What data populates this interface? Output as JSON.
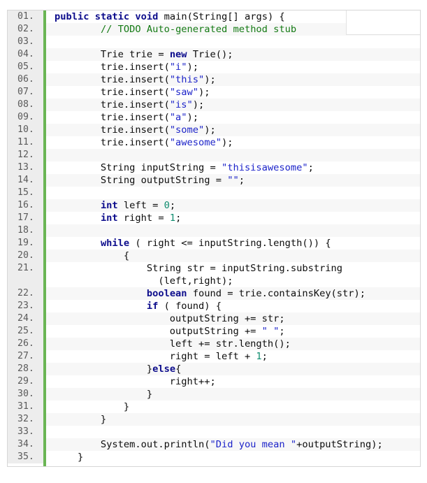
{
  "code": {
    "lines": [
      {
        "num": "01.",
        "text": "public static void main(String[] args) {"
      },
      {
        "num": "02.",
        "text": "        // TODO Auto-generated method stub"
      },
      {
        "num": "03.",
        "text": ""
      },
      {
        "num": "04.",
        "text": "        Trie trie = new Trie();"
      },
      {
        "num": "05.",
        "text": "        trie.insert(\"i\");"
      },
      {
        "num": "06.",
        "text": "        trie.insert(\"this\");"
      },
      {
        "num": "07.",
        "text": "        trie.insert(\"saw\");"
      },
      {
        "num": "08.",
        "text": "        trie.insert(\"is\");"
      },
      {
        "num": "09.",
        "text": "        trie.insert(\"a\");"
      },
      {
        "num": "10.",
        "text": "        trie.insert(\"some\");"
      },
      {
        "num": "11.",
        "text": "        trie.insert(\"awesome\");"
      },
      {
        "num": "12.",
        "text": ""
      },
      {
        "num": "13.",
        "text": "        String inputString = \"thisisawesome\";"
      },
      {
        "num": "14.",
        "text": "        String outputString = \"\";"
      },
      {
        "num": "15.",
        "text": ""
      },
      {
        "num": "16.",
        "text": "        int left = 0;"
      },
      {
        "num": "17.",
        "text": "        int right = 1;"
      },
      {
        "num": "18.",
        "text": ""
      },
      {
        "num": "19.",
        "text": "        while ( right <= inputString.length()) {"
      },
      {
        "num": "20.",
        "text": "            {"
      },
      {
        "num": "21.",
        "text": "                String str = inputString.substring\n                  (left,right);"
      },
      {
        "num": "22.",
        "text": "                boolean found = trie.containsKey(str);"
      },
      {
        "num": "23.",
        "text": "                if ( found) {"
      },
      {
        "num": "24.",
        "text": "                    outputString += str;"
      },
      {
        "num": "25.",
        "text": "                    outputString += \" \";"
      },
      {
        "num": "26.",
        "text": "                    left += str.length();"
      },
      {
        "num": "27.",
        "text": "                    right = left + 1;"
      },
      {
        "num": "28.",
        "text": "                }else{"
      },
      {
        "num": "29.",
        "text": "                    right++;"
      },
      {
        "num": "30.",
        "text": "                }"
      },
      {
        "num": "31.",
        "text": "            }"
      },
      {
        "num": "32.",
        "text": "        }"
      },
      {
        "num": "33.",
        "text": ""
      },
      {
        "num": "34.",
        "text": "        System.out.println(\"Did you mean \"+outputString);"
      },
      {
        "num": "35.",
        "text": "    }"
      }
    ]
  }
}
